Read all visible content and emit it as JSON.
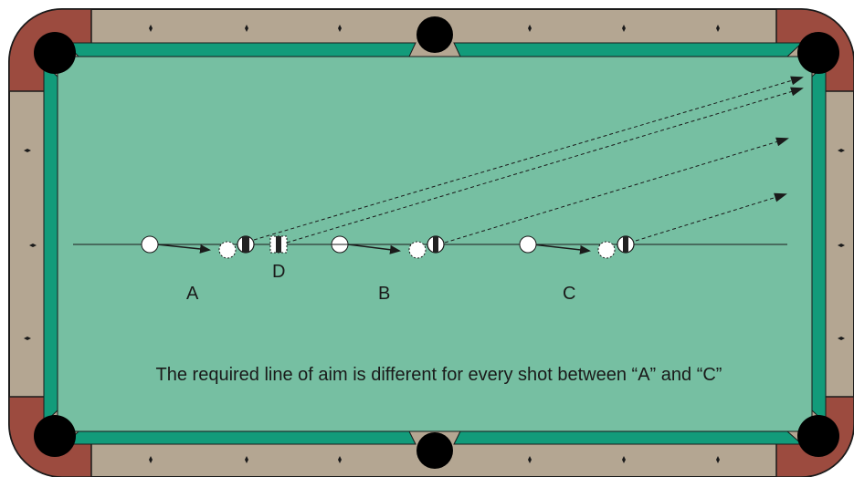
{
  "labels": {
    "a": "A",
    "b": "B",
    "c": "C",
    "d": "D"
  },
  "caption": "The required line of aim is different for every shot between “A” and “C”",
  "colors": {
    "cloth": "#76bfa2",
    "cushion": "#129b7a",
    "rail_wood": "#b4a692",
    "corner_leather": "#9c4b3f",
    "pocket": "#000000",
    "outline": "#1a1a1a",
    "cue_ball": "#ffffff",
    "object_ball_stripe": "#222222"
  },
  "shots": [
    "A",
    "D",
    "B",
    "C"
  ],
  "icons": {
    "diamonds": "diamond-sight-icon",
    "pockets": "pocket-icon"
  }
}
